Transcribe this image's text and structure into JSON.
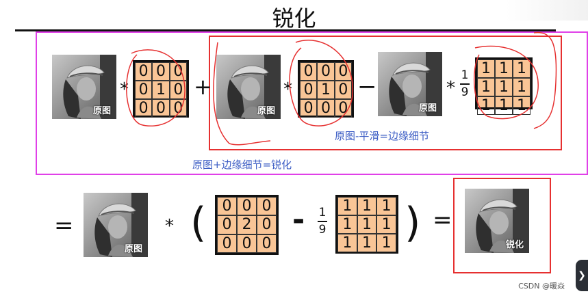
{
  "title": "锐化",
  "photo_label": "原图",
  "result_label": "锐化",
  "caption_inner": "原图-平滑=边缘细节",
  "caption_outer": "原图+边缘细节=锐化",
  "ops": {
    "mul": "*",
    "plus": "+",
    "minus": "−",
    "equals": "=",
    "lparen": "(",
    "rparen": ")",
    "dash": "-"
  },
  "fraction": {
    "numerator": "1",
    "denominator": "9"
  },
  "kernels": {
    "identity": [
      "0",
      "0",
      "0",
      "0",
      "1",
      "0",
      "0",
      "0",
      "0"
    ],
    "ones": [
      "1",
      "1",
      "1",
      "1",
      "1",
      "1",
      "1",
      "1",
      "1"
    ],
    "double_center": [
      "0",
      "0",
      "0",
      "0",
      "2",
      "0",
      "0",
      "0",
      "0"
    ]
  },
  "watermark": "CSDN @暖焱",
  "colors": {
    "magenta_box": "#e040e8",
    "red_box": "#e63030",
    "kernel_fill": "#f9c596",
    "caption": "#3b5cc4"
  }
}
